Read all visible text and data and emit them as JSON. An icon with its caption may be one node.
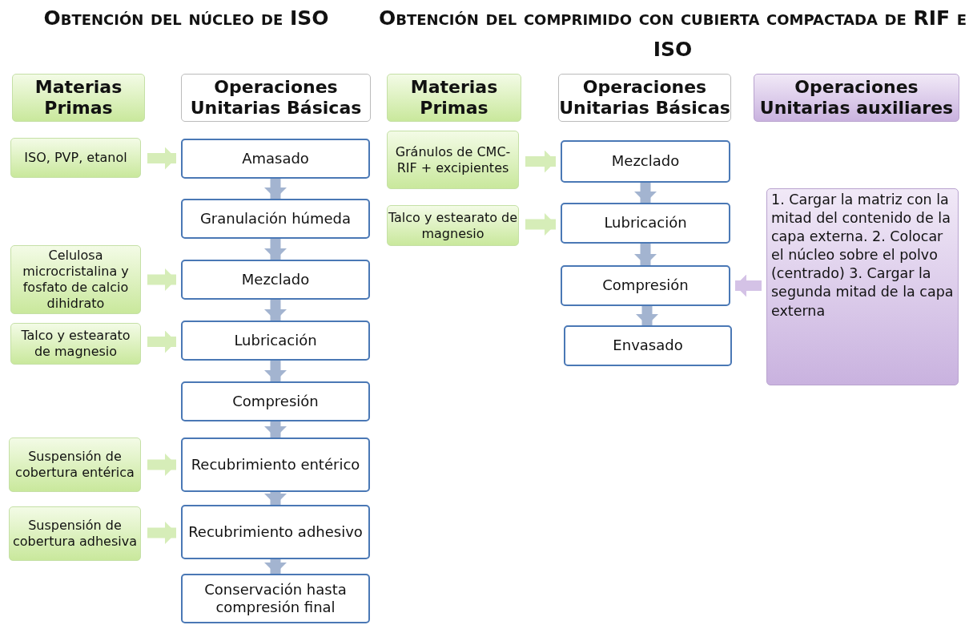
{
  "diagram": {
    "title": "Obtención del núcleo de ISO",
    "nodes": [
      {
        "text": [
          "Materias Primas"
        ]
      },
      {
        "text": [
          "Operaciones Unitarias Básicas"
        ]
      },
      {
        "text": [
          "ISO, PVP, etanol"
        ]
      },
      {
        "text": [
          "Amasado"
        ]
      },
      {
        "text": [
          "Granulación húmeda"
        ]
      },
      {
        "text": [
          "Celulosa microcristalina y fosfato de calcio dihidrato"
        ]
      },
      {
        "text": [
          "Mezclado"
        ]
      },
      {
        "text": [
          "Talco y estearato de magnesio"
        ]
      },
      {
        "text": [
          "Lubricación"
        ]
      },
      {
        "text": [
          "Compresión"
        ]
      },
      {
        "text": [
          "Suspensión de cobertura entérica"
        ]
      },
      {
        "text": [
          "Recubrimiento entérico"
        ]
      },
      {
        "text": [
          "Suspensión de cobertura adhesiva"
        ]
      },
      {
        "text": [
          "Recubrimiento adhesivo"
        ]
      },
      {
        "text": [
          "Conservación hasta compresión final"
        ]
      },
      {
        "text": [
          "Materias Primas"
        ]
      },
      {
        "text": [
          "Operaciones Unitarias Básicas"
        ]
      },
      {
        "text": [
          "Operaciones Unitarias auxiliares"
        ]
      },
      {
        "text": [
          "Gránulos de CMC-RIF + excipientes"
        ]
      },
      {
        "text": [
          "Mezclado"
        ]
      },
      {
        "text": [
          "Talco y estearato de magnesio"
        ]
      },
      {
        "text": [
          "Lubricación"
        ]
      },
      {
        "text": [
          "Compresión"
        ]
      },
      {
        "text": [
          "Envasado"
        ]
      },
      {
        "text": [
          "1. Cargar la matriz con la mitad del contenido de la capa externa. 2. Colocar el núcleo sobre el polvo (centrado) 3. Cargar la segunda mitad de la capa externa"
        ]
      }
    ],
    "edges": [
      {
        "from": 2,
        "to": 3,
        "arrow": "to",
        "color": "#d6edb8"
      },
      {
        "from": 3,
        "to": 4,
        "arrow": "to"
      },
      {
        "from": 4,
        "to": 6,
        "arrow": "to"
      },
      {
        "from": 5,
        "to": 6,
        "arrow": "to",
        "color": "#d6edb8"
      },
      {
        "from": 6,
        "to": 8,
        "arrow": "to"
      },
      {
        "from": 7,
        "to": 8,
        "arrow": "to",
        "color": "#d6edb8"
      },
      {
        "from": 8,
        "to": 9,
        "arrow": "to"
      },
      {
        "from": 9,
        "to": 11,
        "arrow": "to"
      },
      {
        "from": 10,
        "to": 11,
        "arrow": "to",
        "color": "#d6edb8"
      },
      {
        "from": 11,
        "to": 13,
        "arrow": "to"
      },
      {
        "from": 12,
        "to": 13,
        "arrow": "to",
        "color": "#d6edb8"
      },
      {
        "from": 13,
        "to": 14,
        "arrow": "to"
      },
      {
        "from": 18,
        "to": 19,
        "arrow": "to",
        "color": "#d6edb8"
      },
      {
        "from": 19,
        "to": 21,
        "arrow": "to"
      },
      {
        "from": 20,
        "to": 21,
        "arrow": "to",
        "color": "#d6edb8"
      },
      {
        "from": 21,
        "to": 22,
        "arrow": "to"
      },
      {
        "from": 22,
        "to": 23,
        "arrow": "to"
      },
      {
        "from": 24,
        "to": 22,
        "arrow": "to",
        "color": "#d4c2e6"
      }
    ],
    "labels": [
      "Obtención del comprimido con cubierta compactada de RIF e ISO"
    ]
  }
}
